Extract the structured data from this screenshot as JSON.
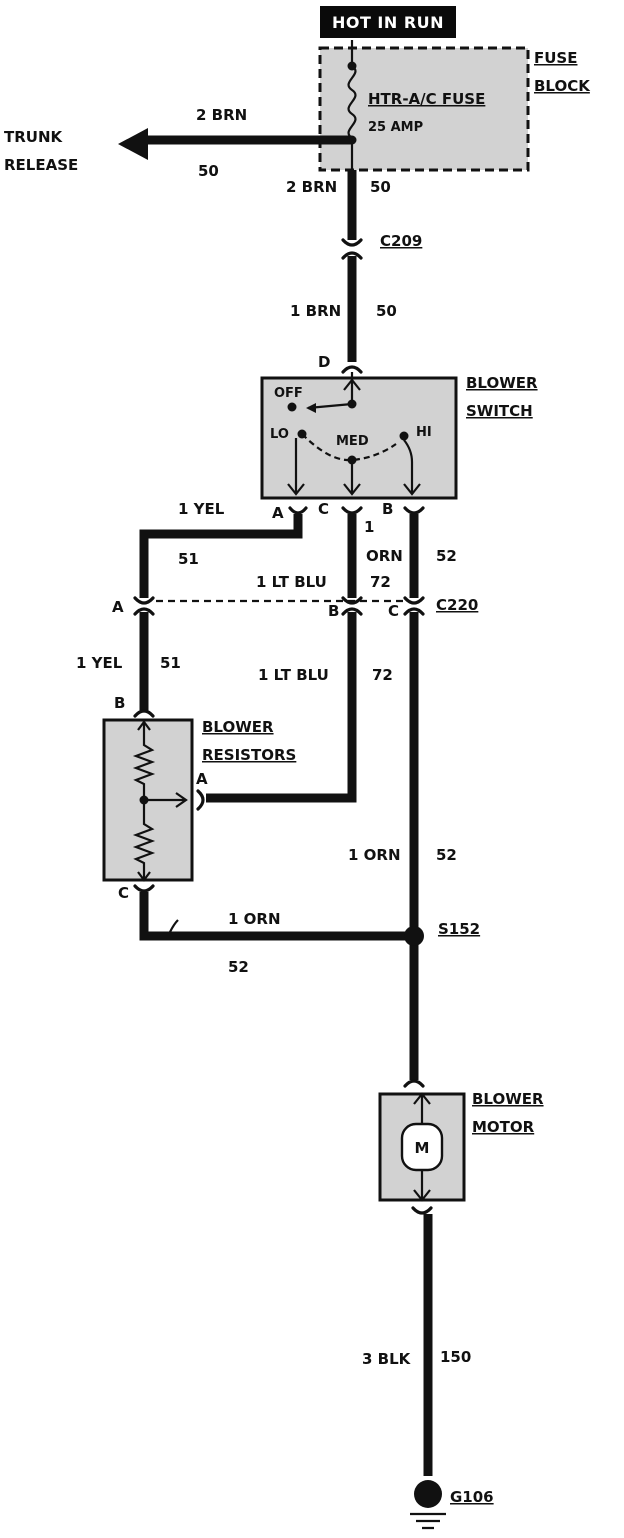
{
  "header": {
    "power_label": "HOT IN RUN"
  },
  "fuse_block": {
    "title_line1": "FUSE",
    "title_line2": "BLOCK",
    "fuse_name": "HTR-A/C FUSE",
    "fuse_rating": "25 AMP"
  },
  "trunk_branch": {
    "dest_line1": "TRUNK",
    "dest_line2": "RELEASE",
    "wire_gauge_color": "2 BRN",
    "circuit": "50"
  },
  "wires": {
    "fuse_out_gauge": "2 BRN",
    "fuse_out_circuit": "50",
    "switch_feed_gauge": "1 BRN",
    "switch_feed_circuit": "50",
    "yel_top_gauge": "1 YEL",
    "yel_top_circuit": "51",
    "ltblu_top_gauge": "1 LT BLU",
    "ltblu_top_circuit": "72",
    "orn_top_gauge_a": "1",
    "orn_top_gauge_b": "ORN",
    "orn_top_circuit": "52",
    "yel_mid_gauge": "1 YEL",
    "yel_mid_circuit": "51",
    "ltblu_mid_gauge": "1 LT BLU",
    "ltblu_mid_circuit": "72",
    "orn_mid_gauge": "1 ORN",
    "orn_mid_circuit": "52",
    "orn_bottom_gauge": "1 ORN",
    "orn_bottom_circuit": "52",
    "ground_gauge": "3 BLK",
    "ground_circuit": "150"
  },
  "connectors": {
    "c209": "C209",
    "c220": "C220",
    "switch_pin_d": "D",
    "switch_pin_a": "A",
    "switch_pin_c": "C",
    "switch_pin_b": "B",
    "c220_pin_a": "A",
    "c220_pin_b": "B",
    "c220_pin_c": "C",
    "resistor_pin_b": "B",
    "resistor_pin_a": "A",
    "resistor_pin_c": "C"
  },
  "blower_switch": {
    "title_line1": "BLOWER",
    "title_line2": "SWITCH",
    "pos_off": "OFF",
    "pos_lo": "LO",
    "pos_med": "MED",
    "pos_hi": "HI"
  },
  "blower_resistors": {
    "title_line1": "BLOWER",
    "title_line2": "RESISTORS"
  },
  "splice": {
    "label": "S152"
  },
  "blower_motor": {
    "title_line1": "BLOWER",
    "title_line2": "MOTOR",
    "symbol": "M"
  },
  "ground": {
    "label": "G106"
  }
}
